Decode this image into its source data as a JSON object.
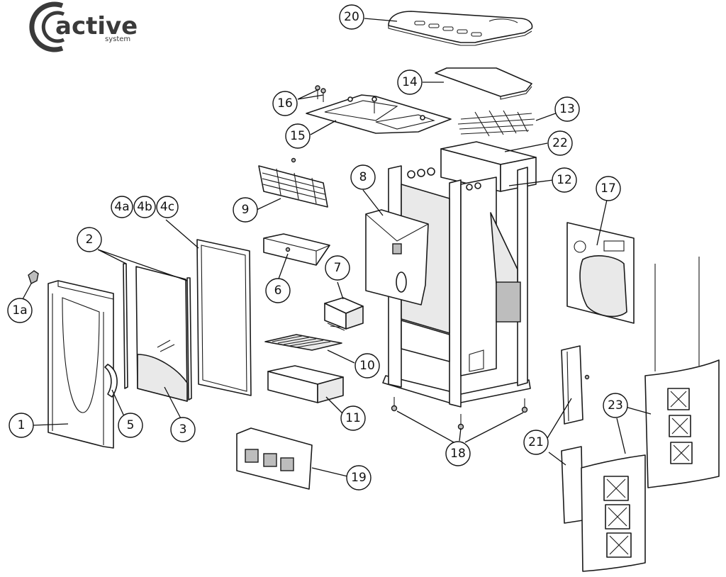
{
  "logo": {
    "word": "active",
    "sub": "system"
  },
  "callouts": {
    "c1": "1",
    "c1a": "1a",
    "c2": "2",
    "c3": "3",
    "c4a": "4a",
    "c4b": "4b",
    "c4c": "4c",
    "c5": "5",
    "c6": "6",
    "c7": "7",
    "c8": "8",
    "c9": "9",
    "c10": "10",
    "c11": "11",
    "c12": "12",
    "c13": "13",
    "c14": "14",
    "c15": "15",
    "c16": "16",
    "c17": "17",
    "c18": "18",
    "c19": "19",
    "c20": "20",
    "c21": "21",
    "c22": "22",
    "c23": "23"
  }
}
